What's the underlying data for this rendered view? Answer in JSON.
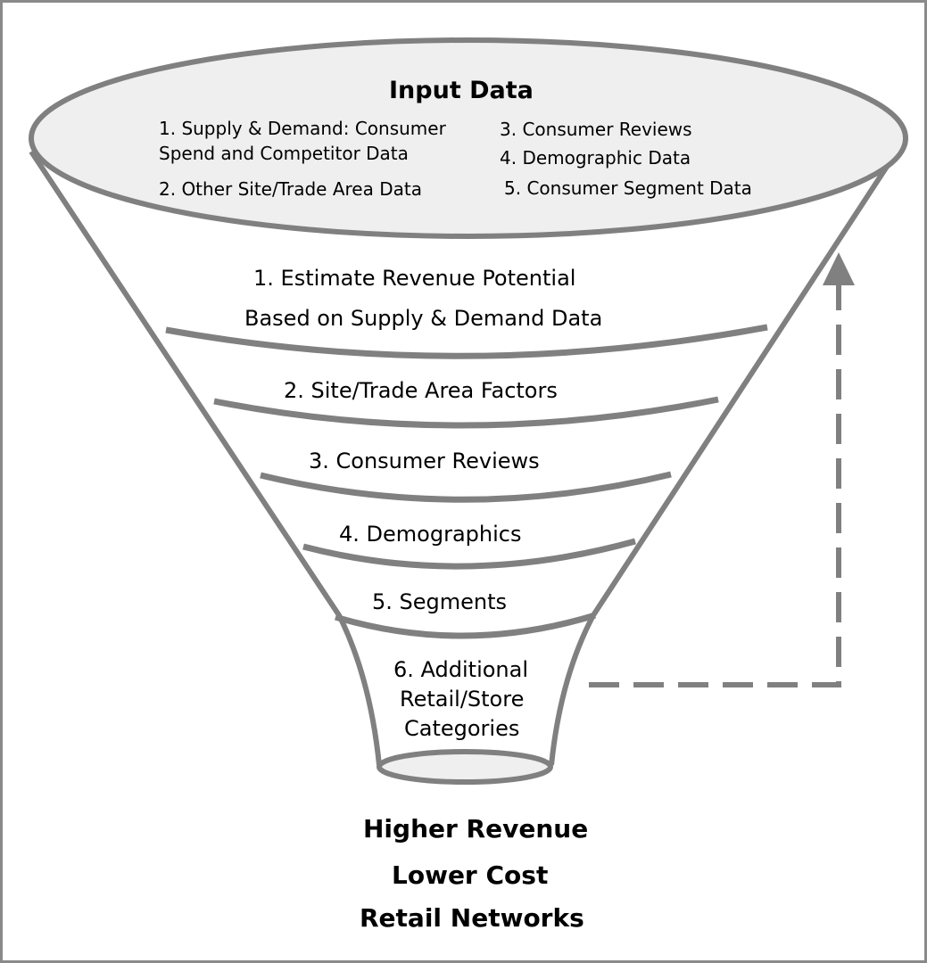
{
  "colors": {
    "outline": "#808080",
    "top_fill": "#efefef",
    "background": "#ffffff",
    "text": "#000000"
  },
  "input": {
    "title": "Input Data",
    "items": [
      "1. Supply & Demand: Consumer",
      "Spend and Competitor Data",
      "2. Other Site/Trade Area Data",
      "3. Consumer Reviews",
      "4. Demographic Data",
      "5. Consumer Segment Data"
    ]
  },
  "stages": [
    "1. Estimate Revenue Potential",
    "Based on Supply & Demand Data",
    "2. Site/Trade Area Factors",
    "3. Consumer Reviews",
    "4. Demographics",
    "5. Segments",
    "6. Additional",
    "Retail/Store",
    "Categories"
  ],
  "outcome": [
    "Higher Revenue",
    "Lower Cost",
    "Retail Networks"
  ]
}
